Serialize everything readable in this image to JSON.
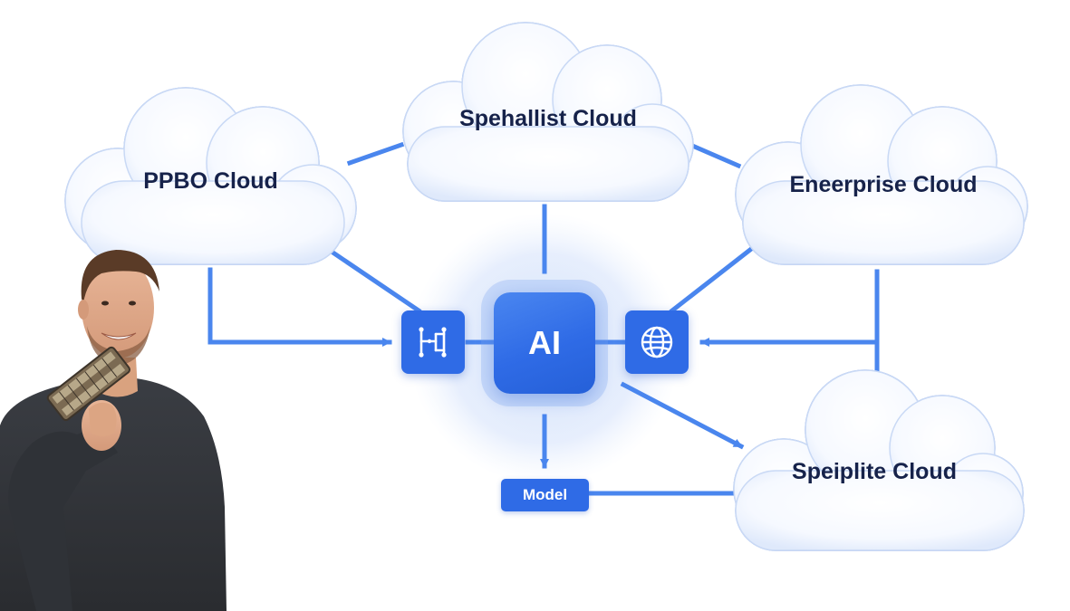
{
  "clouds": {
    "ppbo": "PPBO Cloud",
    "specialist": "Spehallist Cloud",
    "enterprise": "Eneerprise Cloud",
    "speiplite": "Speiplite Cloud"
  },
  "center": {
    "label": "AI"
  },
  "model": {
    "label": "Model"
  },
  "icons": {
    "left": "network-hierarchy-icon",
    "right": "globe-icon"
  },
  "colors": {
    "accent": "#2f6be6",
    "connector": "#4a86ee",
    "label": "#16224a",
    "cloud_edge": "#c9d9f5"
  },
  "person": {
    "holding": "harmonica"
  }
}
